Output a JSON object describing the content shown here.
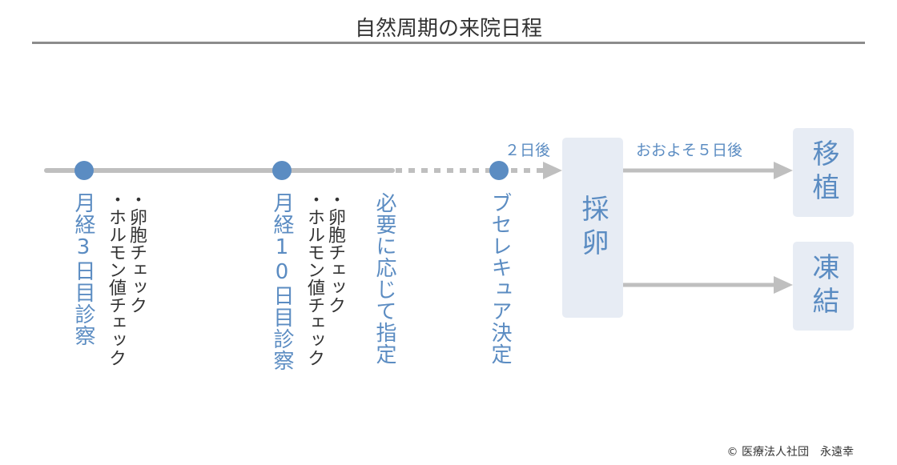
{
  "title": "自然周期の来院日程",
  "timeline": {
    "milestones": [
      {
        "label": "月経3日目診察",
        "checks": [
          "・卵胞チェック",
          "・ホルモン値チェック"
        ]
      },
      {
        "label": "月経10日目診察",
        "checks": [
          "・卵胞チェック",
          "・ホルモン値チェック"
        ]
      },
      {
        "label": "必要に応じて指定",
        "checks": []
      },
      {
        "label": "ブセレキュア決定",
        "checks": []
      }
    ],
    "notes": {
      "two_days_later": "２日後",
      "about_five_days_later": "おおよそ５日後"
    }
  },
  "boxes": {
    "retrieval": "採卵",
    "transfer": "移植",
    "freeze": "凍結"
  },
  "copyright": "© 医療法人社団　永遠幸",
  "colors": {
    "accent": "#5b8cc2",
    "line": "#bfbfbf",
    "box": "#e7ecf4"
  }
}
